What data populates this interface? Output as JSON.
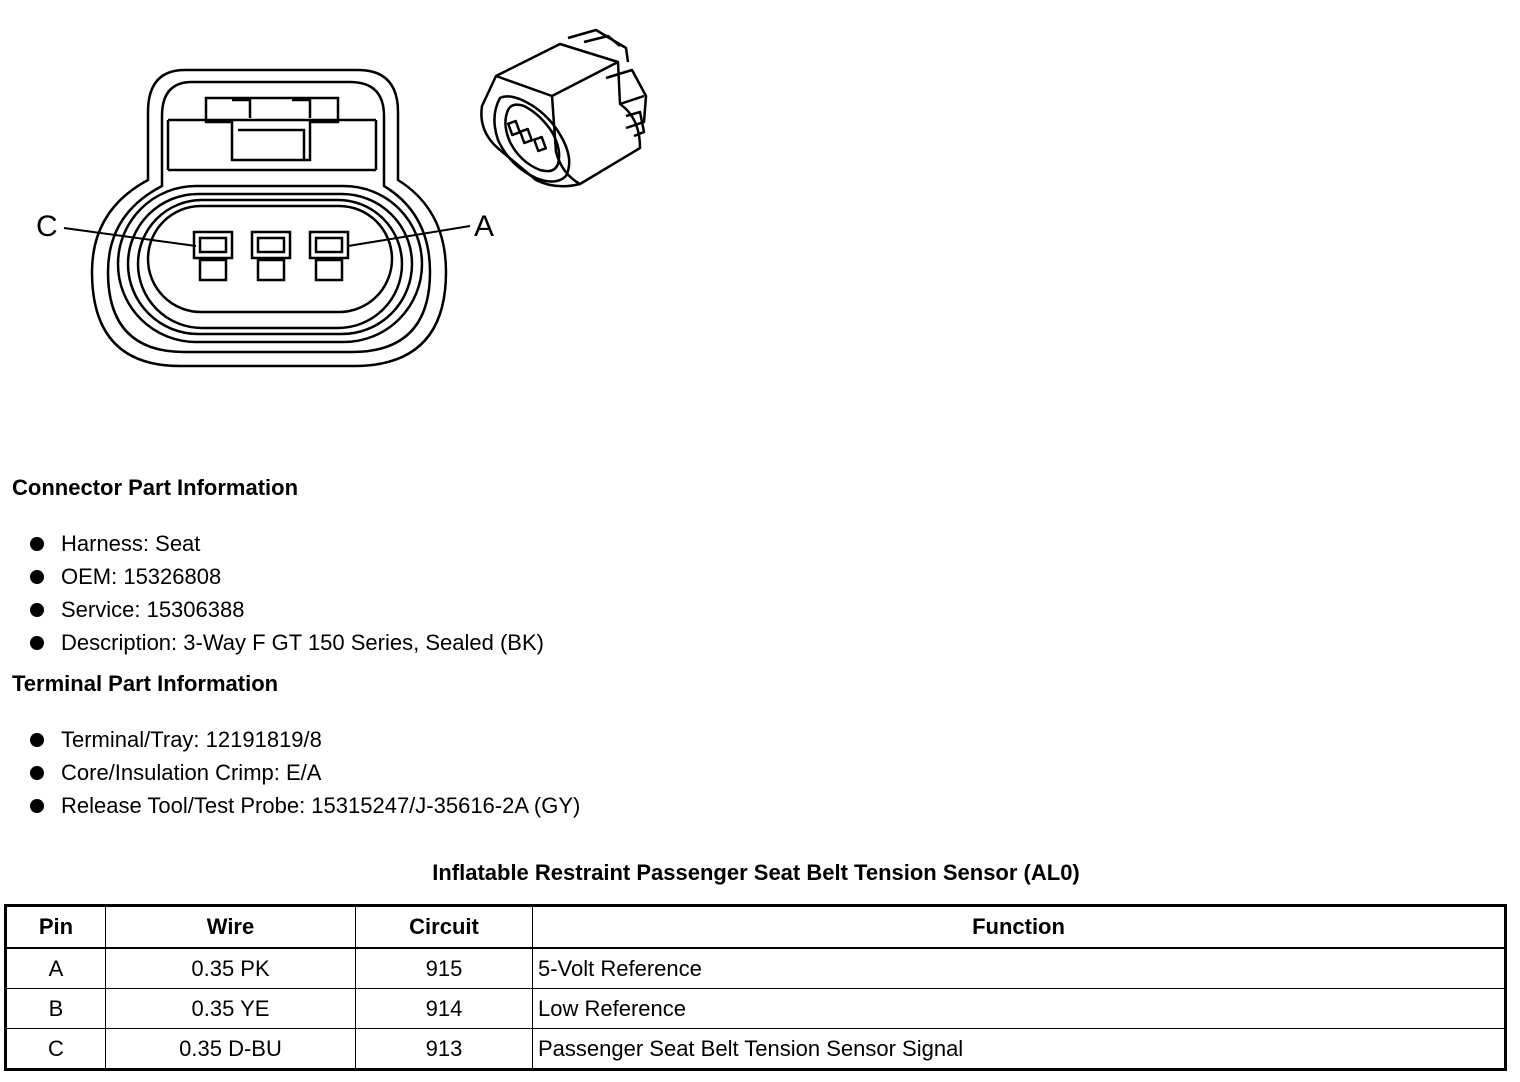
{
  "diagram": {
    "label_c": "C",
    "label_a": "A"
  },
  "connector_info": {
    "title": "Connector Part Information",
    "items": [
      "Harness: Seat",
      "OEM: 15326808",
      "Service: 15306388",
      "Description: 3-Way F GT 150 Series, Sealed (BK)"
    ]
  },
  "terminal_info": {
    "title": "Terminal Part Information",
    "items": [
      "Terminal/Tray: 12191819/8",
      "Core/Insulation Crimp: E/A",
      "Release Tool/Test Probe: 15315247/J-35616-2A (GY)"
    ]
  },
  "table": {
    "title": "Inflatable Restraint Passenger Seat Belt Tension Sensor (AL0)",
    "headers": [
      "Pin",
      "Wire",
      "Circuit",
      "Function"
    ],
    "rows": [
      [
        "A",
        "0.35 PK",
        "915",
        "5-Volt Reference"
      ],
      [
        "B",
        "0.35 YE",
        "914",
        "Low Reference"
      ],
      [
        "C",
        "0.35 D-BU",
        "913",
        "Passenger Seat Belt Tension Sensor Signal"
      ]
    ]
  }
}
